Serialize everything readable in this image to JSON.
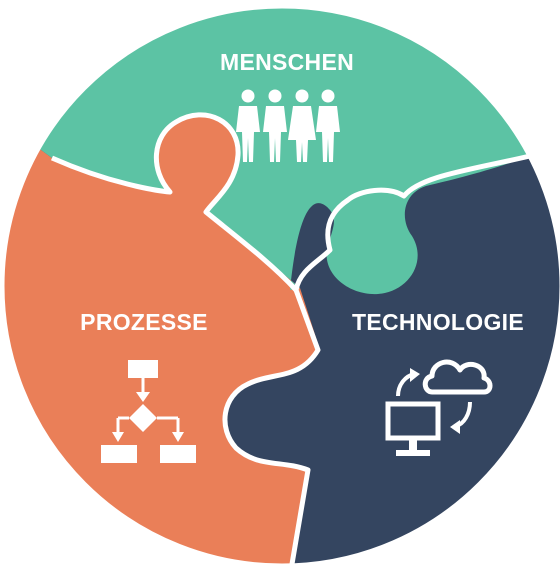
{
  "segments": {
    "top": {
      "label": "MENSCHEN",
      "icon": "people-group-icon",
      "color": "#5cc3a4"
    },
    "left": {
      "label": "PROZESSE",
      "icon": "flowchart-icon",
      "color": "#ea7f58"
    },
    "right": {
      "label": "TECHNOLOGIE",
      "icon": "computer-cloud-sync-icon",
      "color": "#344560"
    }
  },
  "separator_color": "#ffffff"
}
